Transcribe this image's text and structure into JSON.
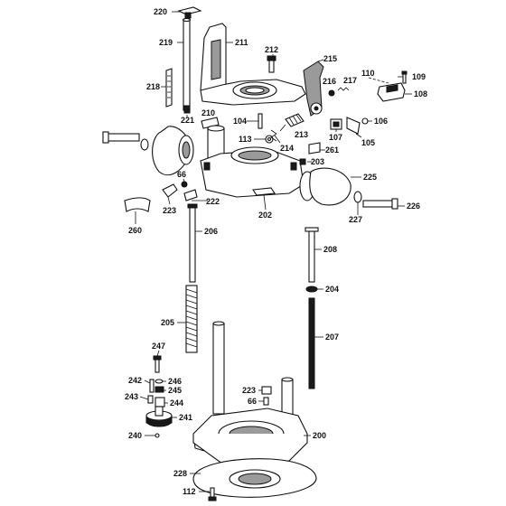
{
  "callouts": {
    "c220": "220",
    "c219": "219",
    "c211": "211",
    "c212": "212",
    "c215": "215",
    "c110": "110",
    "c109": "109",
    "c216": "216",
    "c217": "217",
    "c108": "108",
    "c218": "218",
    "c210": "210",
    "c221": "221",
    "c104": "104",
    "c213": "213",
    "c107": "107",
    "c106": "106",
    "c113": "113",
    "c214": "214",
    "c261": "261",
    "c105": "105",
    "c203": "203",
    "c66a": "66",
    "c225": "225",
    "c223a": "223",
    "c222": "222",
    "c202": "202",
    "c227": "227",
    "c226": "226",
    "c260": "260",
    "c206": "206",
    "c208": "208",
    "c204": "204",
    "c205": "205",
    "c207": "207",
    "c247": "247",
    "c242": "242",
    "c246": "246",
    "c245": "245",
    "c243": "243",
    "c244": "244",
    "c223b": "223",
    "c66b": "66",
    "c241": "241",
    "c240": "240",
    "c200": "200",
    "c228": "228",
    "c112": "112"
  }
}
